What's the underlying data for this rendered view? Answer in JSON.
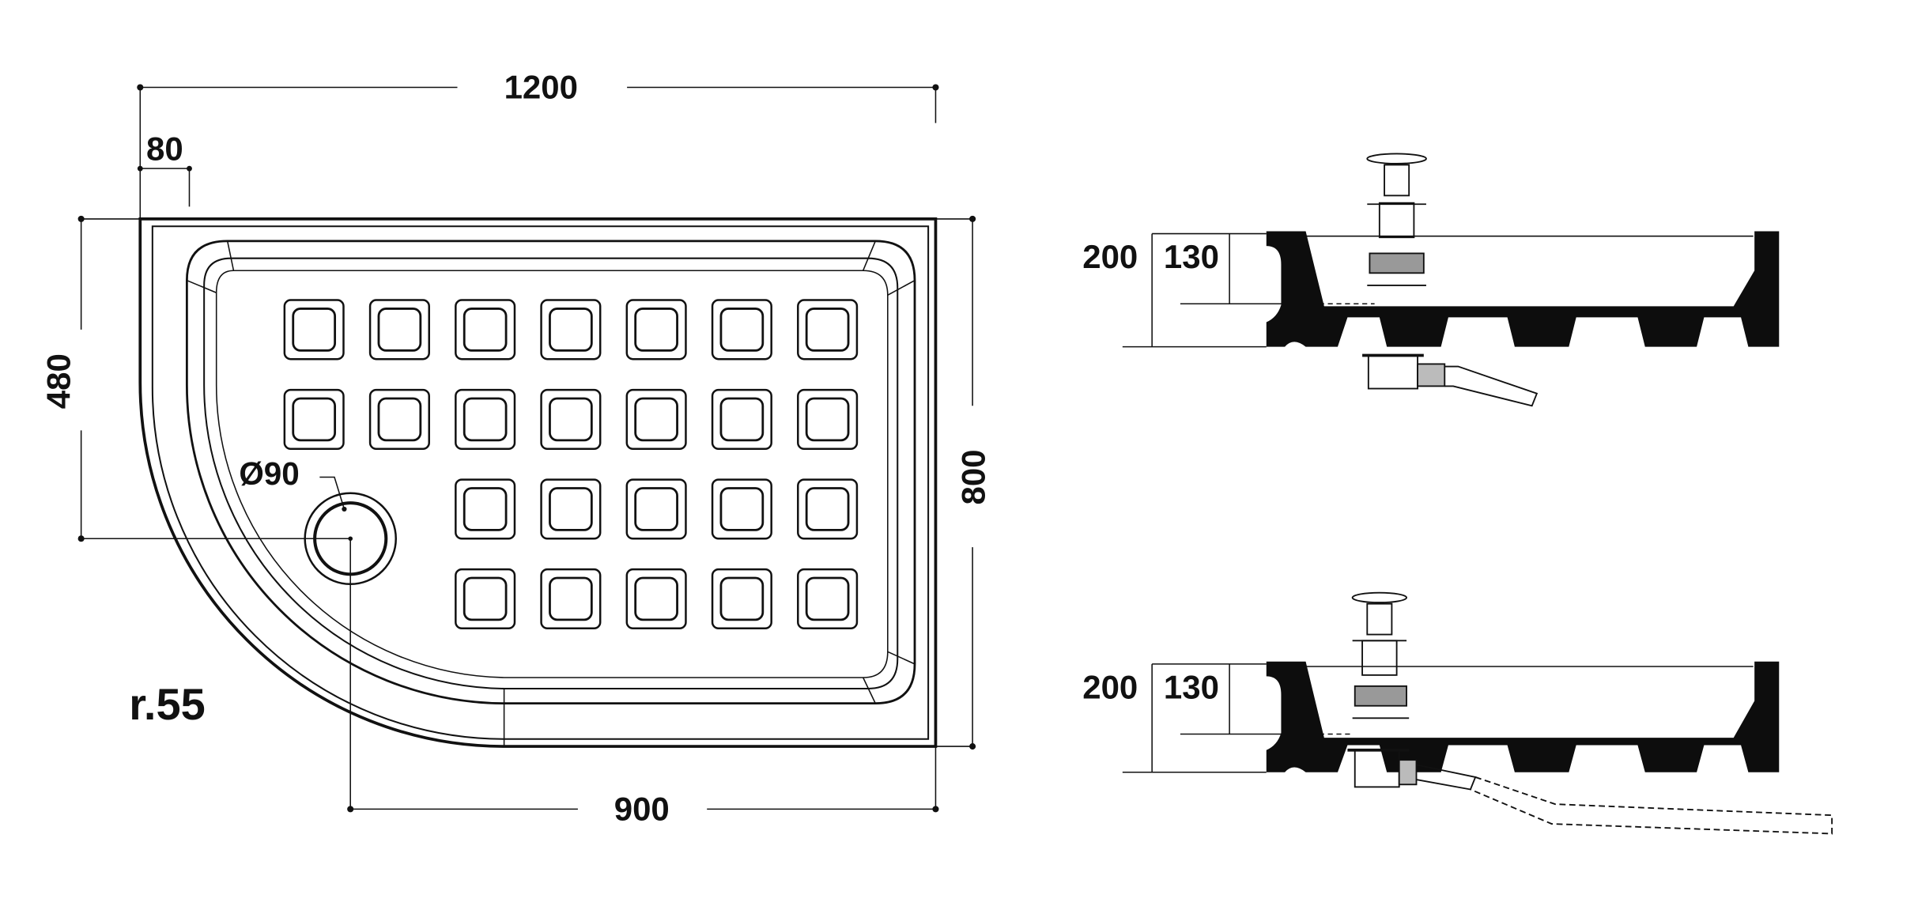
{
  "plan_view": {
    "overall_width": "1200",
    "left_flange_width": "80",
    "left_side_depth": "480",
    "overall_depth": "800",
    "drain_diameter": "Ø90",
    "front_radius": "r.55",
    "straight_front_width": "900",
    "anti_slip_pad_rows": [
      7,
      7,
      5,
      5
    ]
  },
  "section_views": [
    {
      "total_height": "200",
      "tray_depth": "130",
      "waste_outlet": "angled"
    },
    {
      "total_height": "200",
      "tray_depth": "130",
      "waste_outlet": "extended-dashed"
    }
  ],
  "colors": {
    "line": "#111111",
    "section_fill": "#0d0d0d",
    "background": "#ffffff"
  }
}
